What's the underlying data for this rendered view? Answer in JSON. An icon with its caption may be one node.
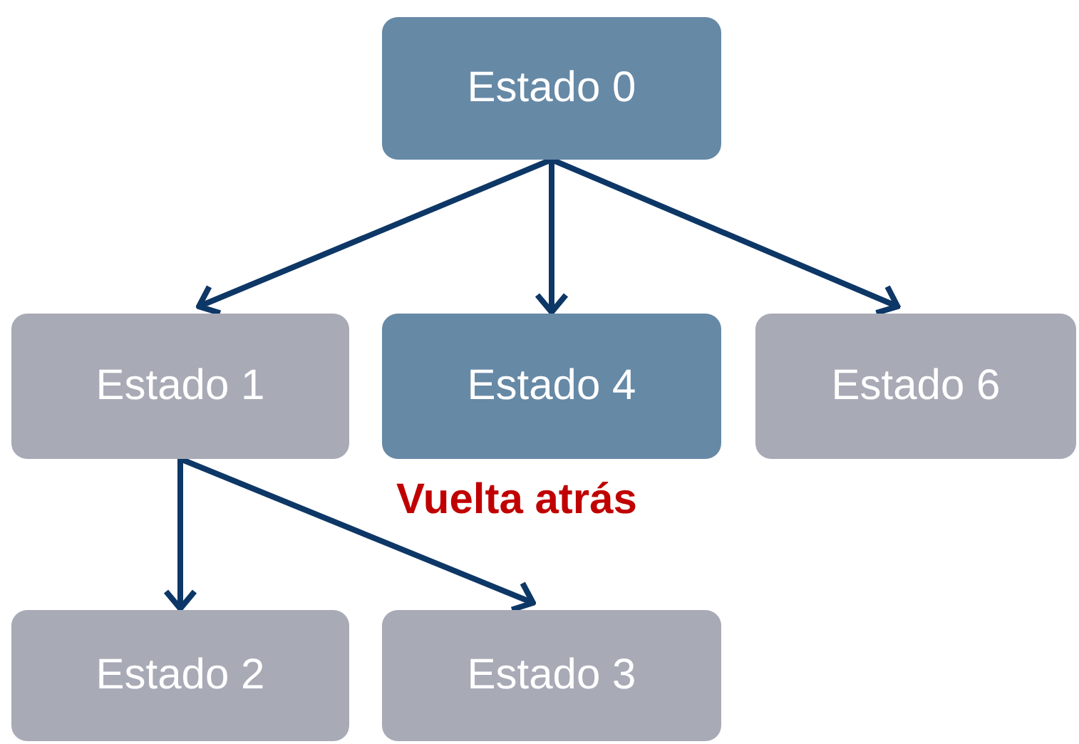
{
  "diagram": {
    "nodes": [
      {
        "text": [
          "Estado 0"
        ]
      },
      {
        "text": [
          "Estado 1"
        ]
      },
      {
        "text": [
          "Estado 4"
        ]
      },
      {
        "text": [
          "Estado 6"
        ]
      },
      {
        "text": [
          "Estado 2"
        ]
      },
      {
        "text": [
          "Estado 3"
        ]
      }
    ],
    "edges": [
      {
        "from": 0,
        "to": 1,
        "arrow": "to"
      },
      {
        "from": 0,
        "to": 2,
        "arrow": "to"
      },
      {
        "from": 0,
        "to": 3,
        "arrow": "to"
      },
      {
        "from": 1,
        "to": 4,
        "arrow": "to"
      },
      {
        "from": 1,
        "to": 5,
        "arrow": "to"
      }
    ],
    "labels": [
      "Vuelta atrás"
    ]
  }
}
